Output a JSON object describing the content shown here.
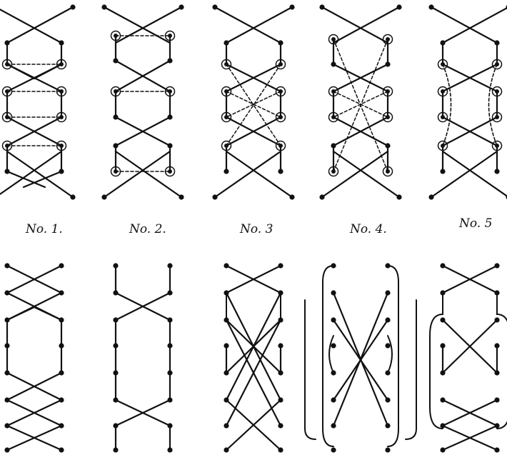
{
  "figure": {
    "labels": [
      "No. 1.",
      "No. 2.",
      "No. 3",
      "No. 4.",
      "No. 5"
    ]
  },
  "colors": {
    "ink": "#111111",
    "paper": "#ffffff"
  },
  "icons": [
    "lacing-diagram-circled-top-row",
    "lacing-diagram-solid-bottom-row"
  ]
}
